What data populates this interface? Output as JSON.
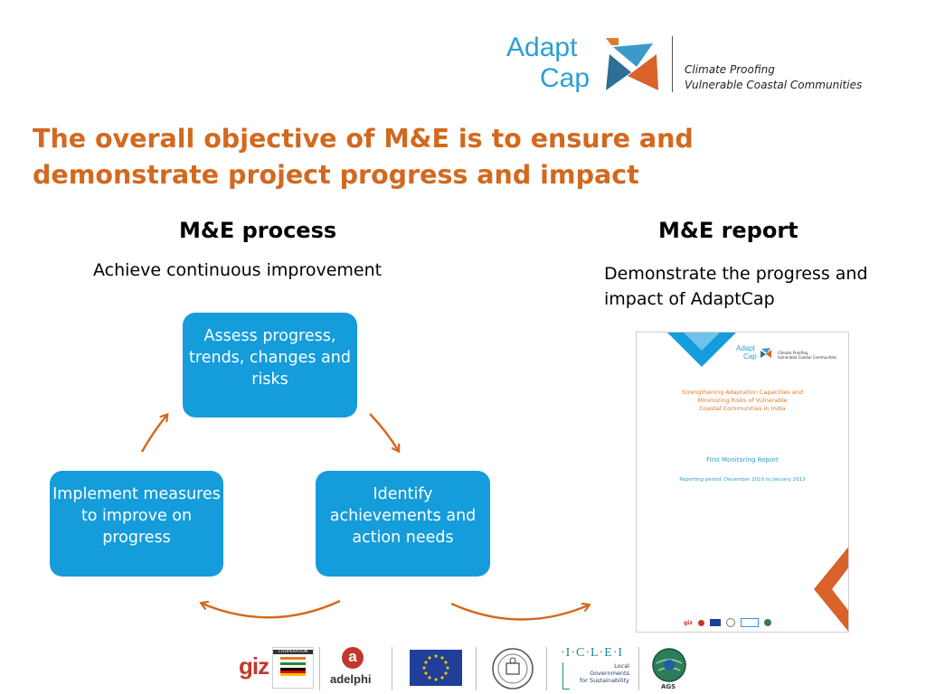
{
  "header": {
    "logo_line1": "Adapt",
    "logo_line2": "Cap",
    "tagline_line1": "Climate Proofing",
    "tagline_line2": "Vulnerable Coastal Communities"
  },
  "title": "The overall objective of M&E is to ensure and demonstrate project progress and impact",
  "process": {
    "heading": "M&E process",
    "subtitle": "Achieve continuous improvement",
    "steps": [
      "Assess progress, trends, changes and risks",
      "Identify achievements and action needs",
      "Implement measures to improve on progress"
    ]
  },
  "report": {
    "heading": "M&E report",
    "subtitle": "Demonstrate the progress and impact of AdaptCap",
    "thumbnail": {
      "logo_line1": "Adapt",
      "logo_line2": "Cap",
      "tagline_line1": "Climate Proofing",
      "tagline_line2": "Vulnerable Coastal Communities",
      "doc_title_1": "Strengthening Adaptation Capacities and",
      "doc_title_2": "Minimizing Risks of Vulnerable",
      "doc_title_3": "Coastal Communities in India",
      "doc_subtitle": "First Monitoring Report",
      "doc_period": "Reporting period: December 2010 to January 2013"
    }
  },
  "footer": {
    "giz": "giz",
    "cooperation": "COOPERATION",
    "adelphi_letter": "a",
    "adelphi": "adelphi",
    "icle_top": "·I·C·L·E·I",
    "icle_local": "Local",
    "icle_gov": "Governments",
    "icle_sust": "for Sustainability",
    "ags": "AGS"
  },
  "colors": {
    "accent_orange": "#d2691e",
    "box_blue": "#149cdb",
    "logo_blue": "#2a9fd6"
  }
}
